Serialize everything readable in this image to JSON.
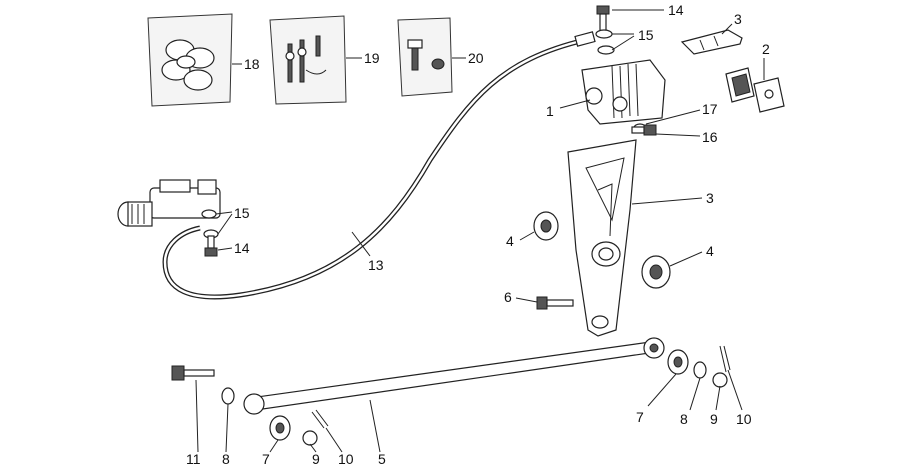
{
  "labels": [
    "14",
    "15",
    "3",
    "2",
    "1",
    "17",
    "16",
    "18",
    "19",
    "20",
    "15",
    "14",
    "13",
    "3",
    "4",
    "4",
    "6",
    "11",
    "8",
    "7",
    "9",
    "10",
    "5",
    "7",
    "8",
    "9",
    "10"
  ]
}
